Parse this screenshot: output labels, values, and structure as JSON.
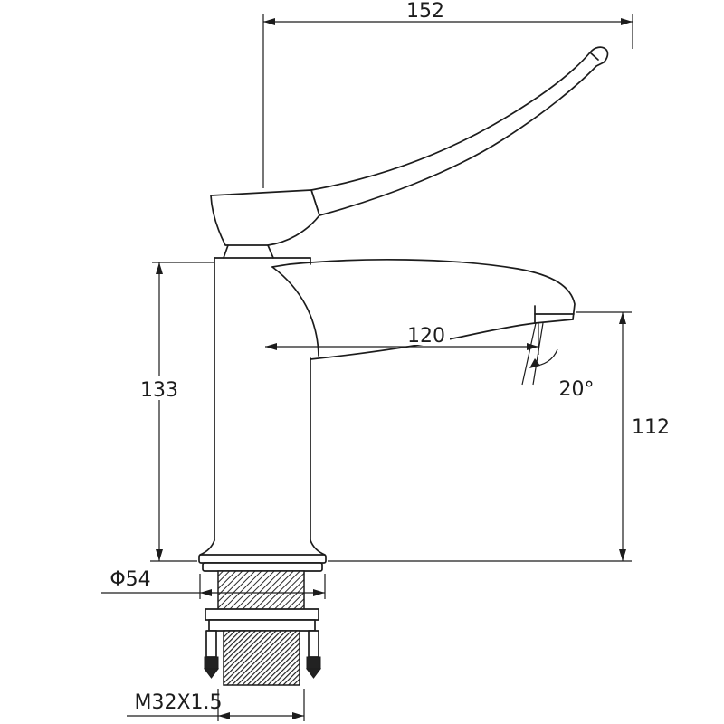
{
  "page": {
    "background": "#ffffff",
    "line_color": "#1c1c1c"
  },
  "drawing": {
    "type": "technical-dimension-drawing",
    "dimensions": {
      "lever_reach": "152",
      "body_height": "133",
      "spout_reach": "120",
      "spray_angle": "20°",
      "outlet_height": "112",
      "base_diameter": "Φ54",
      "thread": "M32X1.5"
    }
  }
}
